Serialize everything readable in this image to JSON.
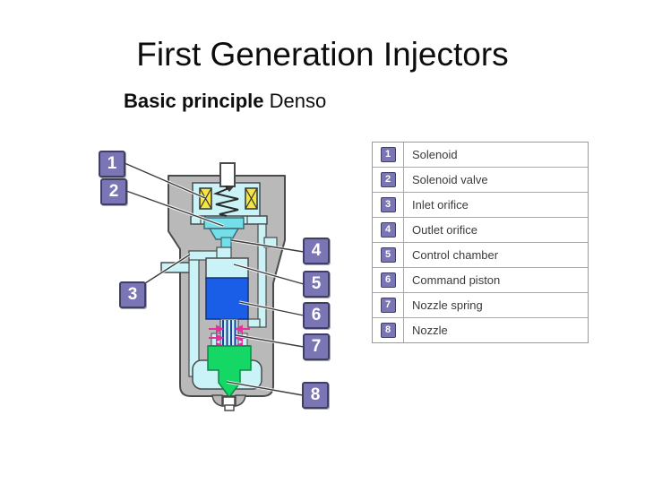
{
  "slide": {
    "title": "First Generation Injectors",
    "subtitle": {
      "bold": "Basic principle",
      "regular": "Denso"
    }
  },
  "legend": {
    "items": [
      {
        "num": "1",
        "label": "Solenoid"
      },
      {
        "num": "2",
        "label": "Solenoid valve"
      },
      {
        "num": "3",
        "label": "Inlet orifice"
      },
      {
        "num": "4",
        "label": "Outlet orifice"
      },
      {
        "num": "5",
        "label": "Control chamber"
      },
      {
        "num": "6",
        "label": "Command piston"
      },
      {
        "num": "7",
        "label": "Nozzle spring"
      },
      {
        "num": "8",
        "label": "Nozzle"
      }
    ]
  },
  "colors": {
    "badge_purple": "#7a75b5",
    "badge_border": "#3f3f63",
    "housing_gray": "#b9b9b9",
    "outline_dark": "#4b4b4b",
    "fuel_light_cyan": "#c9f3f6",
    "valve_cyan": "#74dee9",
    "piston_blue": "#1a5ee8",
    "nozzle_green": "#14d765",
    "coil_yellow": "#f4e642",
    "spring_arrow_pink": "#e5309e"
  }
}
